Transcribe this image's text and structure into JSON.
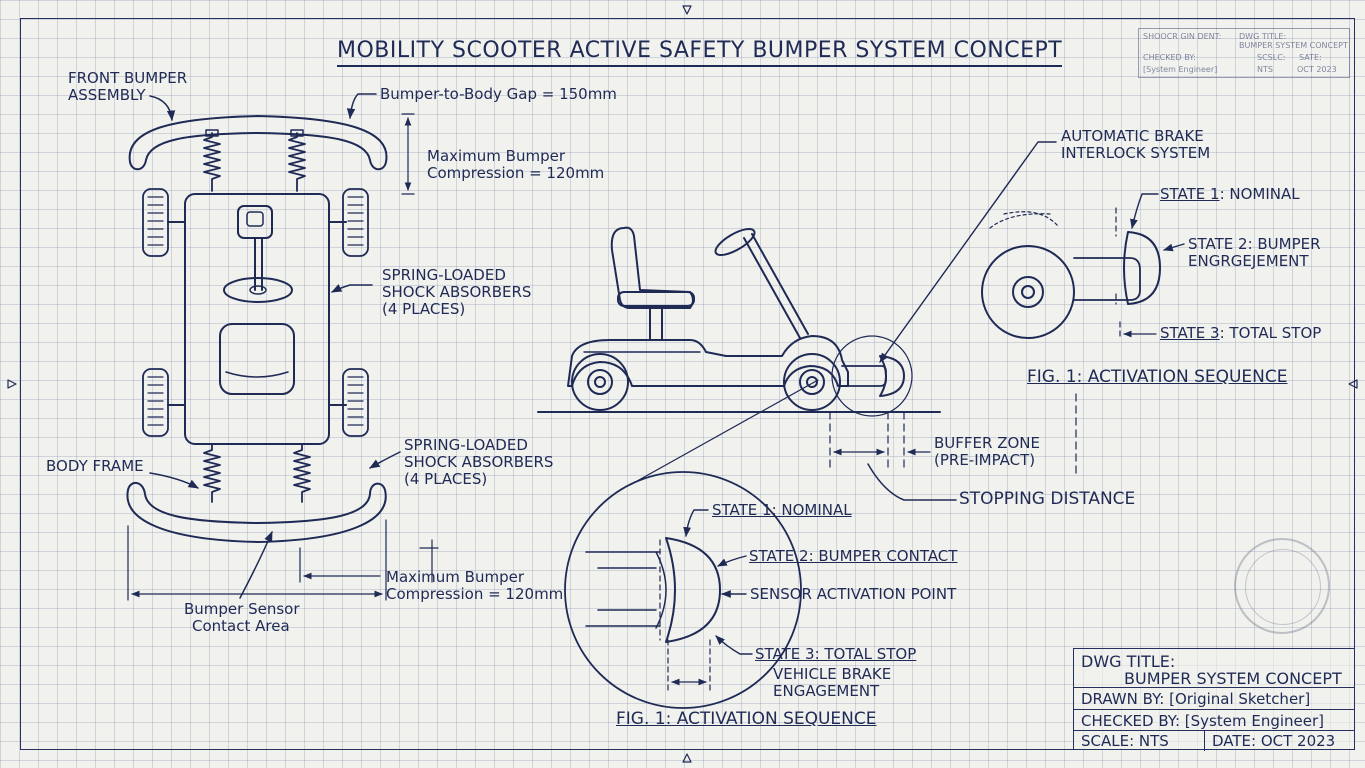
{
  "title": "MOBILITY SCOOTER ACTIVE SAFETY BUMPER SYSTEM CONCEPT",
  "top_view": {
    "front_bumper_line1": "FRONT BUMPER",
    "front_bumper_line2": "ASSEMBLY",
    "gap_label": "Bumper-to-Body Gap = 150mm",
    "compression_top_line1": "Maximum Bumper",
    "compression_top_line2": "Compression = 120mm",
    "shock_top_line1": "SPRING-LOADED",
    "shock_top_line2": "SHOCK ABSORBERS",
    "shock_top_line3": "(4 PLACES)",
    "shock_bottom_line1": "SPRING-LOADED",
    "shock_bottom_line2": "SHOCK ABSORBERS",
    "shock_bottom_line3": "(4 PLACES)",
    "body_frame": "BODY FRAME",
    "compression_bottom_line1": "Maximum Bumper",
    "compression_bottom_line2": "Compression = 120mm",
    "sensor_line1": "Bumper Sensor",
    "sensor_line2": "Contact Area"
  },
  "side_view": {
    "brake_line1": "AUTOMATIC BRAKE",
    "brake_line2": "INTERLOCK SYSTEM",
    "buffer_line1": "BUFFER ZONE",
    "buffer_line2": "(PRE-IMPACT)",
    "stopping": "STOPPING DISTANCE"
  },
  "sequence_right": {
    "state1_num": "STATE 1",
    "state1_rest": ": NOMINAL",
    "state2_line1": "STATE 2: BUMPER",
    "state2_line2": "ENGRGEJEMENT",
    "state3_num": "STATE 3",
    "state3_rest": ": TOTAL STOP",
    "caption": "FIG. 1: ACTIVATION SEQUENCE"
  },
  "detail": {
    "state1": "STATE 1: NOMINAL",
    "state2": "STATE 2: BUMPER CONTACT",
    "sensor": "SENSOR ACTIVATION POINT",
    "state3": "STATE 3: TOTAL STOP",
    "brake_line1": "VEHICLE BRAKE",
    "brake_line2": "ENGAGEMENT",
    "caption": "FIG. 1: ACTIVATION SEQUENCE"
  },
  "title_block": {
    "dwg_label": "DWG TITLE:",
    "dwg_value": "BUMPER SYSTEM CONCEPT",
    "drawn_by": "DRAWN BY: [Original Sketcher]",
    "checked_by": "CHECKED BY: [System Engineer]",
    "scale": "SCALE: NTS",
    "date": "DATE: OCT 2023"
  },
  "mini_block": {
    "c1": "SHOOCR GIN DENT:",
    "c2": "DWG TITLE:",
    "c3": "BUMPER SYSTEM CONCEPT",
    "c4": "CHECKED BY:",
    "c5": "[System Engineer]",
    "c6": "SCSLC:",
    "c7": "NTS",
    "c8": "SATE:",
    "c9": "OCT 2023"
  },
  "colors": {
    "ink": "#1f2a55",
    "paper": "#f1f1ee",
    "grid": "#8c96b4"
  }
}
